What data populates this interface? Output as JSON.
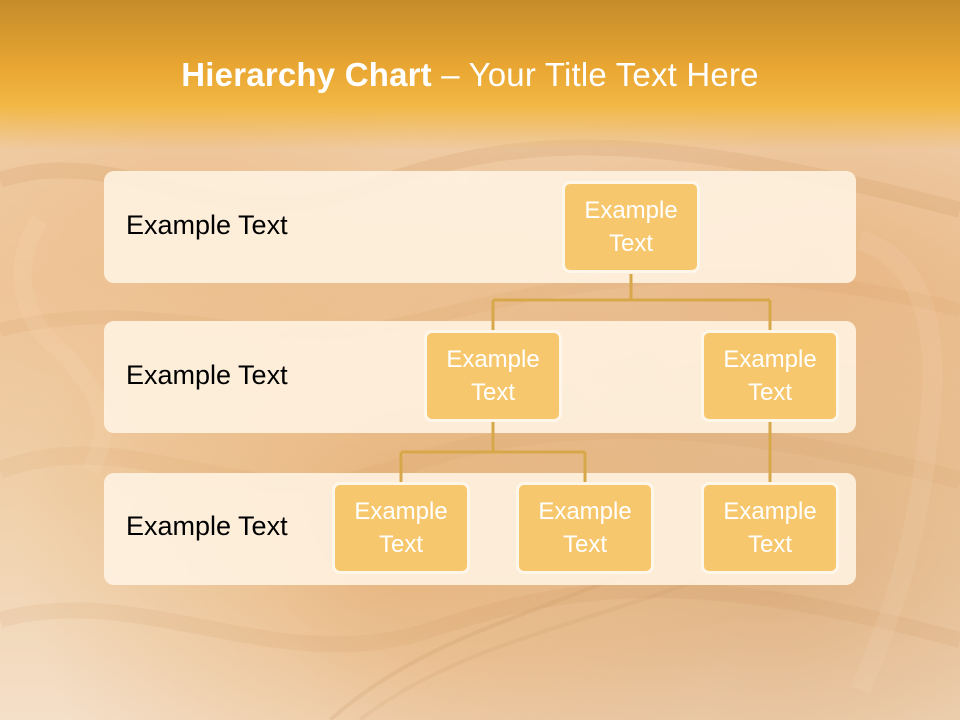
{
  "slide": {
    "title_bold": "Hierarchy Chart",
    "title_rest": " – Your Title Text Here"
  },
  "levels": [
    {
      "label": "Example Text"
    },
    {
      "label": "Example Text"
    },
    {
      "label": "Example Text"
    }
  ],
  "nodes": [
    {
      "text": "Example Text"
    },
    {
      "text": "Example Text"
    },
    {
      "text": "Example Text"
    },
    {
      "text": "Example Text"
    },
    {
      "text": "Example Text"
    },
    {
      "text": "Example Text"
    }
  ],
  "colors": {
    "header": "#e9a632",
    "node_fill": "#f7c76d",
    "connector": "#d7a84a",
    "band": "#fff4e4"
  }
}
